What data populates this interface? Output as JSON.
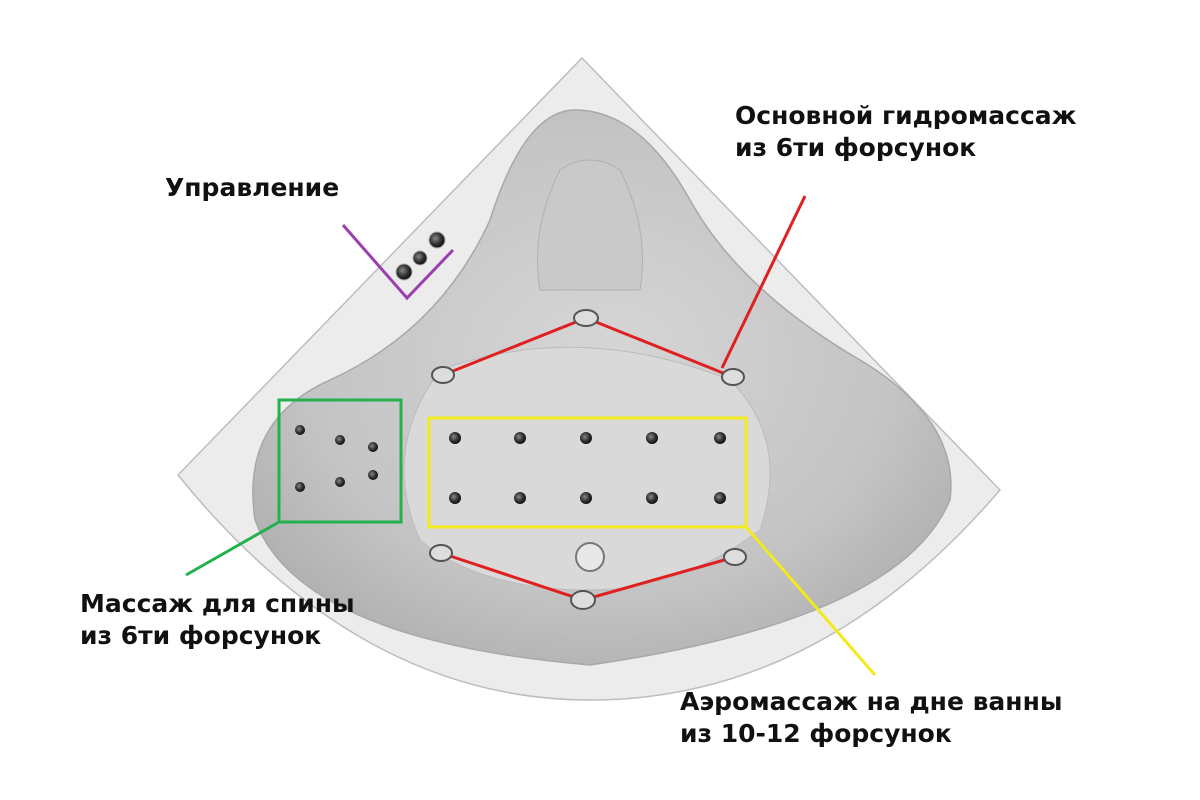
{
  "labels": {
    "main_hydro": {
      "line1": "Основной гидромассаж",
      "line2": "из 6ти форсунок"
    },
    "control": {
      "line1": "Управление"
    },
    "back_massage": {
      "line1": "Массаж для спины",
      "line2": "из 6ти форсунок"
    },
    "aero_massage": {
      "line1": "Аэромассаж на дне ванны",
      "line2": "из 10-12 форсунок"
    }
  },
  "colors": {
    "main_hydro": "#e02020",
    "control": "#9b3fae",
    "back_massage": "#22b14c",
    "aero_massage": "#f2ea1c"
  }
}
